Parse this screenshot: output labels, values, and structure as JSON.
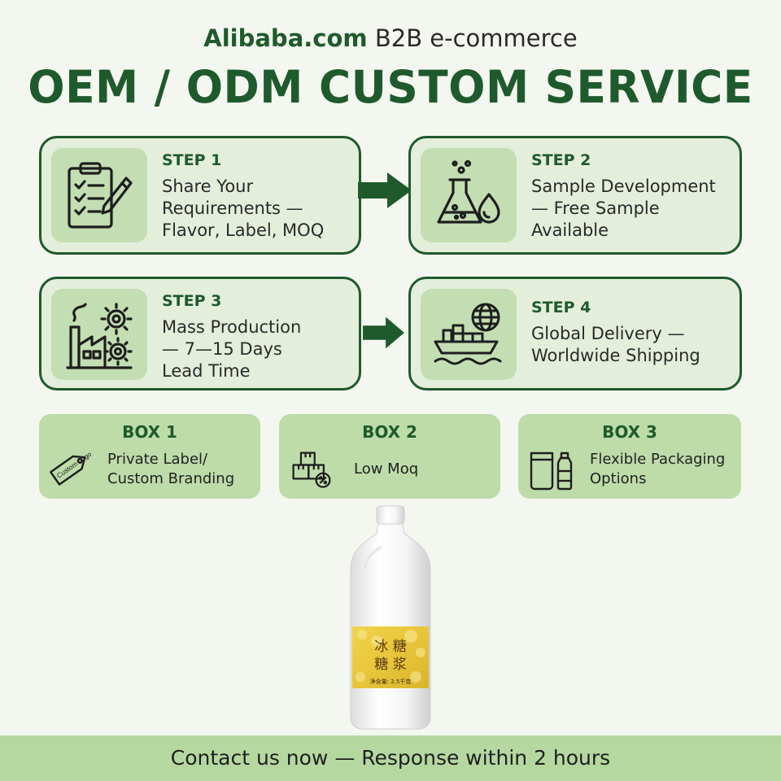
{
  "header": {
    "brand": "Alibaba.com",
    "subtitle": "B2B e-commerce",
    "title": "OEM / ODM CUSTOM SERVICE"
  },
  "steps": [
    {
      "label": "STEP 1",
      "desc": "Share Your\nRequirements —\nFlavor, Label, MOQ",
      "icon": "clipboard-checklist-icon"
    },
    {
      "label": "STEP 2",
      "desc": "Sample Development\n— Free Sample\nAvailable",
      "icon": "flask-droplet-icon"
    },
    {
      "label": "STEP 3",
      "desc": "Mass Production\n— 7—15 Days\nLead Time",
      "icon": "factory-gears-icon"
    },
    {
      "label": "STEP 4",
      "desc": "Global Delivery —\nWorldwide Shipping",
      "icon": "cargo-ship-globe-icon"
    }
  ],
  "boxes": [
    {
      "label": "BOX 1",
      "desc": "Private Label/\nCustom Branding",
      "icon": "custom-logo-tag-icon",
      "icon_text": "Custom Logo"
    },
    {
      "label": "BOX 2",
      "desc": "Low Moq",
      "icon": "stacked-boxes-percent-icon"
    },
    {
      "label": "BOX 3",
      "desc": "Flexible Packaging\nOptions",
      "icon": "pouch-bottle-icon"
    }
  ],
  "product": {
    "label_line1": "冰 糖",
    "label_line2": "糖 浆",
    "net_content": "净含量: 2.5千克"
  },
  "footer": {
    "text": "Contact us now — Response within 2 hours"
  },
  "colors": {
    "primary_green": "#1f5a2c",
    "card_bg": "#e4efdb",
    "icon_bg": "#c3deb2",
    "box_bg": "#bddca9",
    "footer_bg": "#b5d8a1",
    "page_bg": "#f3f7ef"
  }
}
